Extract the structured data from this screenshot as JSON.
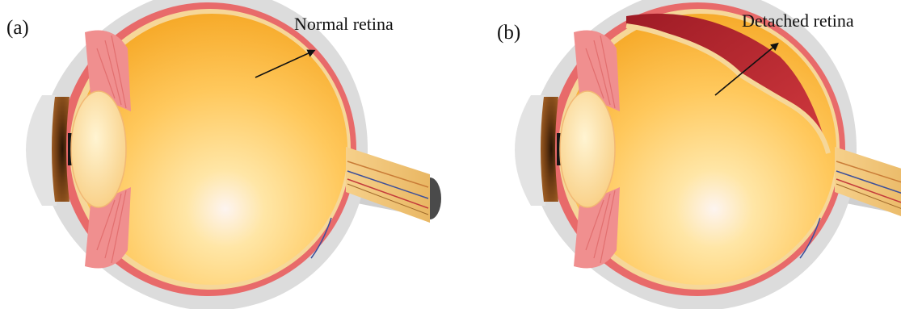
{
  "panels": [
    {
      "id": "a",
      "label": "(a)",
      "callout": "Normal retina"
    },
    {
      "id": "b",
      "label": "(b)",
      "callout": "Detached retina"
    }
  ],
  "colors": {
    "background": "#ffffff",
    "sclera": "#d9d9d9",
    "choroid": "#ea6f6f",
    "retina": "#f7d99a",
    "vitreous_light": "#ffe9b0",
    "vitreous_mid": "#ffc85c",
    "vitreous_dark": "#f4a21c",
    "iris": "#6b3a12",
    "lens": "#ffe4a0",
    "ciliary_body": "#f08f8f",
    "optic_nerve": "#f3c57a",
    "subretinal_fluid": "#b5212a"
  },
  "icons": [
    "eye-cross-section-icon",
    "arrow-icon"
  ]
}
